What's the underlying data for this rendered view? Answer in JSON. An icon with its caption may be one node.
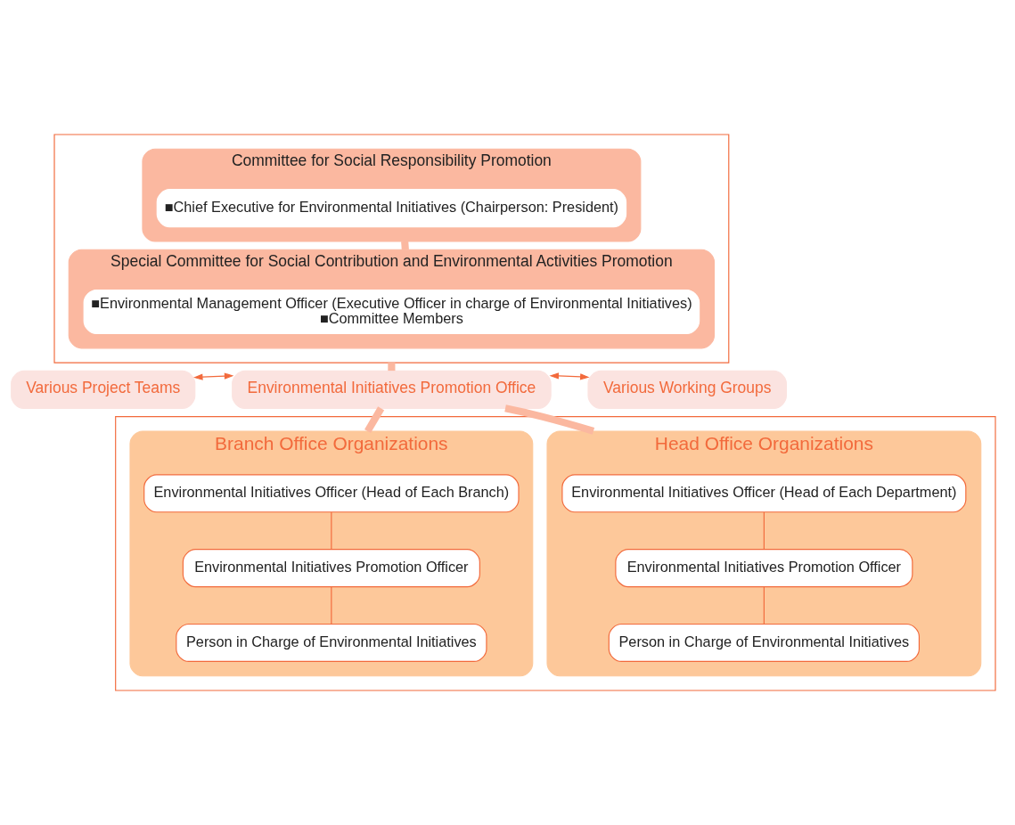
{
  "diagram": {
    "nodes": [
      {
        "text": [],
        "shape": "box"
      },
      {
        "text": [
          "Committee for Social Responsibility Promotion"
        ],
        "in": 0
      },
      {
        "text": [
          "■Chief Executive for Environmental Initiatives (Chairperson: President)"
        ],
        "in": 1
      },
      {
        "text": [
          "Special Committee for Social Contribution and Environmental Activities Promotion"
        ],
        "in": 0
      },
      {
        "text": [
          "■Environmental Management Officer (Executive Officer in charge of Environmental Initiatives)",
          "■Committee Members"
        ],
        "in": 3
      },
      {
        "text": [
          "Environmental Initiatives Promotion Office"
        ]
      },
      {
        "text": [
          "Various Project Teams"
        ]
      },
      {
        "text": [
          "Various Working Groups"
        ]
      },
      {
        "text": [],
        "shape": "box"
      },
      {
        "text": [
          "Head Office Organizations"
        ],
        "in": 8
      },
      {
        "text": [
          "Environmental Initiatives Officer (Head of Each Department)"
        ],
        "in": 9
      },
      {
        "text": [
          "Environmental Initiatives Promotion Officer"
        ],
        "in": 9
      },
      {
        "text": [
          "Person in Charge of Environmental Initiatives"
        ],
        "in": 9
      },
      {
        "text": [
          "Branch Office Organizations"
        ],
        "in": 8
      },
      {
        "text": [
          "Environmental Initiatives Officer (Head of Each Branch)"
        ],
        "in": 13
      },
      {
        "text": [
          "Environmental Initiatives Promotion Officer"
        ],
        "in": 13
      },
      {
        "text": [
          "Person in Charge of Environmental Initiatives"
        ],
        "in": 13
      }
    ],
    "edges": [
      {
        "from": 1,
        "to": 3,
        "arrow": "none",
        "style": "thick",
        "color": "#fbb8a0"
      },
      {
        "from": 0,
        "to": 5,
        "arrow": "none",
        "style": "thick",
        "color": "#fbb8a0"
      },
      {
        "from": 5,
        "to": 6,
        "arrow": "both"
      },
      {
        "from": 5,
        "to": 7,
        "arrow": "both"
      },
      {
        "from": 5,
        "to": 9,
        "arrow": "none",
        "style": "thick",
        "color": "#fbb8a0"
      },
      {
        "from": 5,
        "to": 13,
        "arrow": "none",
        "style": "thick",
        "color": "#fbb8a0"
      },
      {
        "from": 10,
        "to": 11,
        "arrow": "none"
      },
      {
        "from": 11,
        "to": 12,
        "arrow": "none"
      },
      {
        "from": 14,
        "to": 15,
        "arrow": "none"
      },
      {
        "from": 15,
        "to": 16,
        "arrow": "none"
      }
    ]
  }
}
